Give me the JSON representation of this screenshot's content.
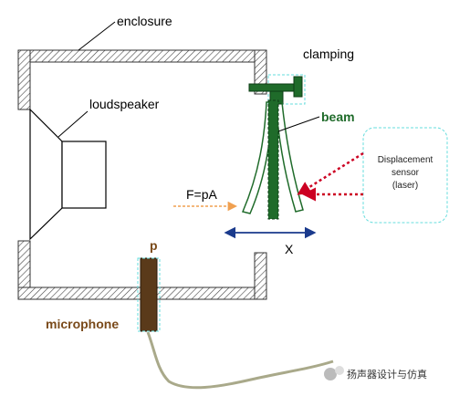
{
  "labels": {
    "enclosure": "enclosure",
    "clamping": "clamping",
    "loudspeaker": "loudspeaker",
    "beam": "beam",
    "sensor_line1": "Displacement",
    "sensor_line2": "sensor",
    "sensor_line3": "(laser)",
    "force": "F=pA",
    "x_axis": "X",
    "pressure": "p",
    "microphone": "microphone",
    "watermark": "扬声器设计与仿真"
  },
  "colors": {
    "beam": "#1f6b2a",
    "force": "#f0a050",
    "x_arrow": "#1a3a8c",
    "laser": "#cc0022",
    "sensor_box": "#66dddd",
    "microphone": "#5a3a1a",
    "pressure_label": "#7a4a1a",
    "cable": "#a9a98a"
  }
}
